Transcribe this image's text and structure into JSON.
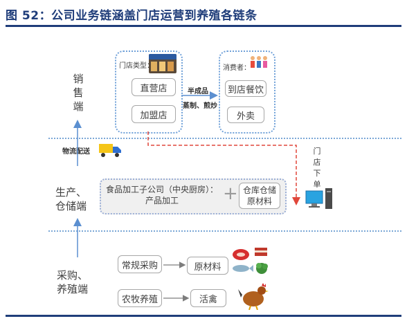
{
  "figure": {
    "title": "图 52：公司业务链涵盖门店运营到养殖各链条"
  },
  "stages": {
    "sales": [
      "销",
      "售",
      "端"
    ],
    "production": [
      "生产、",
      "仓储端"
    ],
    "procurement": [
      "采购、",
      "养殖端"
    ]
  },
  "store_types": {
    "label": "门店类型：",
    "items": [
      "直营店",
      "加盟店"
    ]
  },
  "consumers": {
    "label": "消费者：",
    "items": [
      "到店餐饮",
      "外卖"
    ]
  },
  "flow_labels": {
    "semi_finished": "半成品",
    "cook": "蒸制、煎炒",
    "logistics": "物流配送"
  },
  "store_order": [
    "门",
    "店",
    "下",
    "单"
  ],
  "production": {
    "kitchen": [
      "食品加工子公司（中央厨房）：",
      "产品加工"
    ],
    "plus": "+",
    "warehouse": [
      "仓库仓储",
      "原材料"
    ]
  },
  "procurement": {
    "regular": "常规采购",
    "raw": "原材料",
    "farming": "农牧养殖",
    "poultry": "活禽"
  },
  "colors": {
    "title_blue": "#1f3d7a",
    "dotted_blue": "#6fa0d8",
    "arrow_blue": "#5b8fd0",
    "order_red": "#e0463a"
  }
}
